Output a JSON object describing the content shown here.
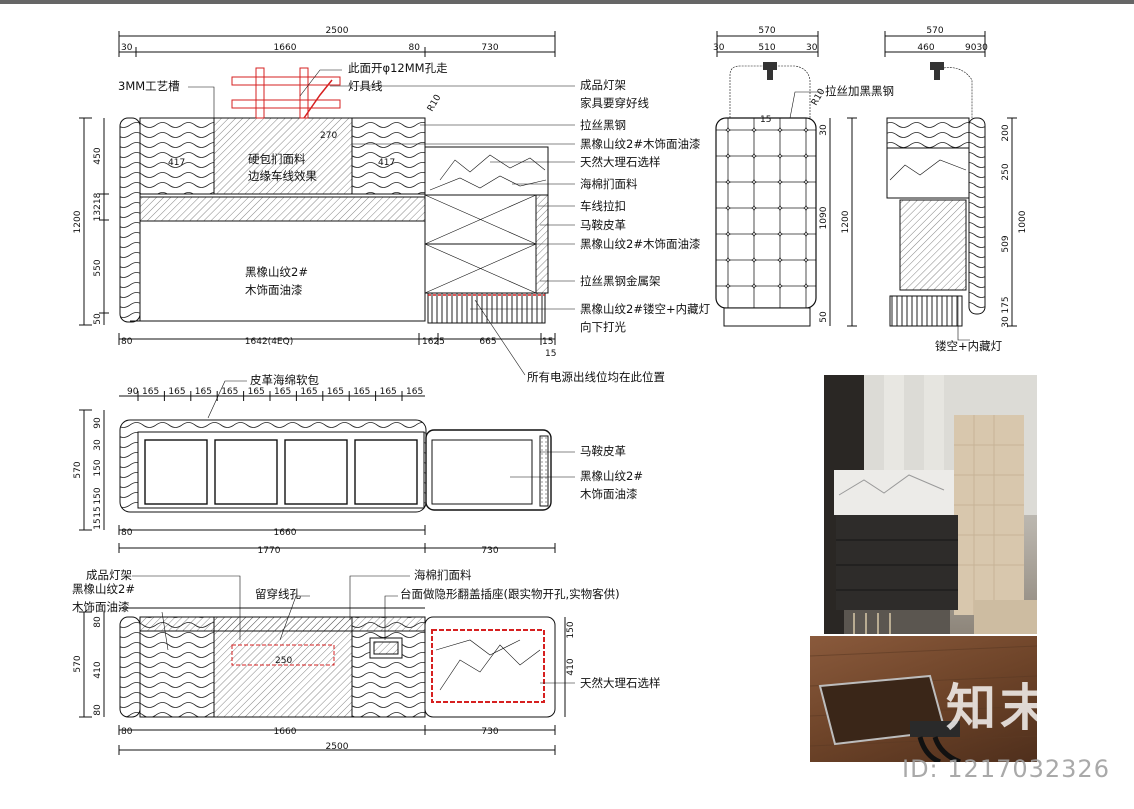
{
  "elevation_front": {
    "dim_total": "2500",
    "dim_left": "1660",
    "dim_right": "730",
    "dim_small_a": "30",
    "dim_small_b": "80",
    "dim_height_total": "1200",
    "dim_h_450": "450",
    "dim_h_1318": "13218",
    "dim_h_550": "550",
    "dim_h_50": "50",
    "dim_bottom_left": "1642(4EQ)",
    "dim_bottom_mid": "1625",
    "dim_bottom_right": "665",
    "dim_bottom_r2": "15",
    "dim_bottom_r3": "15",
    "dim_r10": "R10",
    "dim_270": "270",
    "dim_417a": "417",
    "dim_417b": "417",
    "labels": {
      "groove": "3MM工艺槽",
      "hole": "此面开φ12MM孔走",
      "lamp_wire": "灯具线",
      "lamp_rack": "成品灯架",
      "furniture_wire": "家具要穿好线",
      "steel": "拉丝黑钢",
      "oak_veneer": "黑橡山纹2#木饰面油漆",
      "marble": "天然大理石选样",
      "foam": "海棉扪面料",
      "button": "车线拉扣",
      "saddle": "马鞍皮革",
      "oak_veneer2": "黑橡山纹2#木饰面油漆",
      "metal_rack": "拉丝黑钢金属架",
      "hollow": "黑橡山纹2#镂空+内藏灯",
      "downlight": "向下打光",
      "soft_pack": "硬包扪面料",
      "edge_stitch": "边缘车线效果",
      "body_finish_1": "黑橡山纹2#",
      "body_finish_2": "木饰面油漆",
      "power": "所有电源出线位均在此位置"
    }
  },
  "side_a": {
    "dim_total": "570",
    "dim_30a": "30",
    "dim_510": "510",
    "dim_30b": "30",
    "dim_1200": "1200",
    "dim_1090": "1090",
    "dim_30c": "30",
    "dim_50": "50",
    "dim_15": "15",
    "dim_r10": "R10",
    "label_steel": "拉丝加黑黑钢"
  },
  "side_b": {
    "dim_total": "570",
    "dim_460": "460",
    "dim_9030": "9030",
    "dim_200": "200",
    "dim_250": "250",
    "dim_509": "509",
    "dim_175": "175",
    "dim_30": "30",
    "dim_1000": "1000",
    "label_hollow": "镂空+内藏灯"
  },
  "plan_top": {
    "dim_total_left": "1770",
    "dim_total_right": "730",
    "dim_1660": "1660",
    "dim_80": "80",
    "dim_90a": "90",
    "dim_165": "165",
    "dim_570": "570",
    "dim_150a": "150",
    "dim_150b": "150",
    "dim_90b": "90",
    "dim_15a": "15",
    "dim_15b": "15",
    "dim_30": "30",
    "label_leather_foam": "皮革海绵软包",
    "label_saddle": "马鞍皮革",
    "label_oak1": "黑橡山纹2#",
    "label_oak2": "木饰面油漆"
  },
  "plan_bottom": {
    "dim_total": "2500",
    "dim_1660": "1660",
    "dim_730": "730",
    "dim_80": "80",
    "dim_570": "570",
    "dim_410a": "410",
    "dim_410b": "410",
    "dim_80b": "80",
    "dim_80c": "80",
    "dim_150": "150",
    "dim_250": "250",
    "label_lamp_rack": "成品灯架",
    "label_oak1": "黑橡山纹2#",
    "label_oak2": "木饰面油漆",
    "label_wire_hole": "留穿线孔",
    "label_foam": "海棉扪面料",
    "label_socket": "台面做隐形翻盖插座(跟实物开孔,实物客供)",
    "label_marble": "天然大理石选样"
  },
  "watermark": {
    "logo": "知末",
    "id": "ID: 1217032326"
  },
  "colors": {
    "line": "#111111",
    "red": "#d62020",
    "photo_bg": "#c9c8c3"
  }
}
